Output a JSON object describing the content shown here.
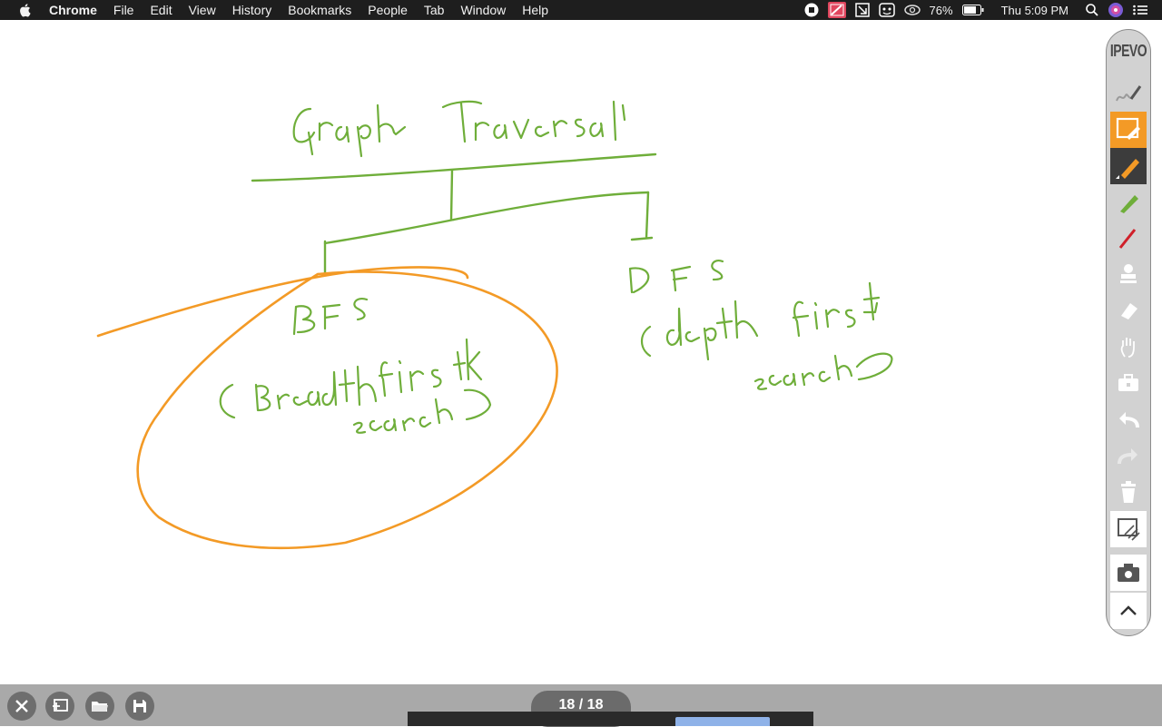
{
  "menubar": {
    "apple_icon": "apple-icon",
    "items": [
      "Chrome",
      "File",
      "Edit",
      "View",
      "History",
      "Bookmarks",
      "People",
      "Tab",
      "Window",
      "Help"
    ],
    "battery": "76%",
    "clock": "Thu 5:09 PM"
  },
  "toolbar": {
    "logo": "IPEVO",
    "tools": [
      "signature-pen-icon",
      "annotate-mode-icon",
      "orange-pen-icon",
      "green-pen-icon",
      "red-pen-icon",
      "stamp-icon",
      "eraser-icon",
      "hand-pan-icon",
      "toolbox-icon",
      "undo-icon",
      "redo-icon",
      "trash-icon",
      "whiteboard-icon",
      "camera-icon",
      "collapse-chevron-icon"
    ],
    "colors": {
      "accent": "#f39a26",
      "selected_dark": "#3c3c3c"
    }
  },
  "whiteboard": {
    "ink_colors": {
      "green": "#6fae3a",
      "orange": "#f39a26"
    },
    "handwriting": {
      "title": "Graph Traversals",
      "left_abbr": "BFS",
      "left_full_1": "(Breadth first",
      "left_full_2": "search)",
      "right_abbr": "DFS",
      "right_full_1": "(depth first",
      "right_full_2": "search)"
    }
  },
  "bottombar": {
    "buttons": [
      "close-icon",
      "new-page-icon",
      "open-folder-icon",
      "save-icon"
    ],
    "page_indicator": "18 / 18"
  }
}
